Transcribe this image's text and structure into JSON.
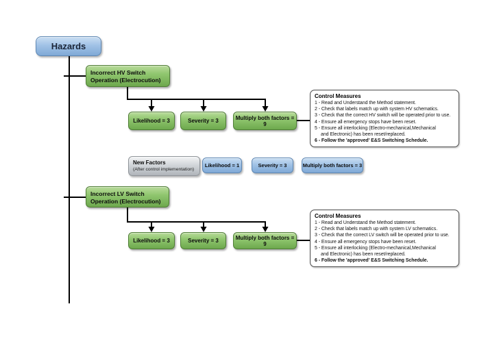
{
  "palette": {
    "node_blue_top": "#cadef3",
    "node_blue_bottom": "#7fa9d6",
    "node_blue_border": "#5d86b2",
    "node_green_top": "#b9db9b",
    "node_green_bottom": "#6da84d",
    "node_green_border": "#4f7d36",
    "node_gray_top": "#f3f4f5",
    "node_gray_bottom": "#b0b5ba",
    "node_gray_border": "#8f9499",
    "connector_color": "#000000",
    "background": "#ffffff"
  },
  "root_node": {
    "label": "Hazards"
  },
  "hv": {
    "node": {
      "line1": "Incorrect HV Switch",
      "line2": "Operation (Electrocution)"
    },
    "factors": {
      "likelihood": "Likelihood = 3",
      "severity": "Severity = 3",
      "multiply": "Multiply both factors = 9"
    },
    "control_measures": {
      "title": "Control Measures",
      "lines": [
        "1 - Read and Understand the Method statement.",
        "2 - Check that labels match up with system HV schematics.",
        "3 - Check that the correct HV switch will be operated prior to use.",
        "4 - Ensure all emergency stops have been reset.",
        "5 - Ensure all interlocking (Electro-mechanical,Mechanical",
        "and Electronic) has been reset/replaced.",
        "6 - Follow the 'approved' E&S Switching Schedule."
      ]
    }
  },
  "new_factors": {
    "label": "New Factors",
    "sublabel": "(After control implementation)",
    "factors": {
      "likelihood": "Likelihood = 1",
      "severity": "Severity = 3",
      "multiply": "Multiply both factors = 3"
    }
  },
  "lv": {
    "node": {
      "line1": "Incorrect LV Switch",
      "line2": "Operation (Electrocution)"
    },
    "factors": {
      "likelihood": "Likelihood = 3",
      "severity": "Severity = 3",
      "multiply": "Multiply both factors = 9"
    },
    "control_measures": {
      "title": "Control Measures",
      "lines": [
        "1 - Read and Understand the Method statement.",
        "2 - Check that labels match up with system LV schematics.",
        "3 - Check that the correct LV switch will be operated prior to use.",
        "4 - Ensure all emergency stops have been reset.",
        "5 - Ensure all interlocking (Electro-mechanical,Mechanical",
        "and Electronic) has been reset/replaced.",
        "6 - Follow the 'approved' E&S Switching Schedule."
      ]
    }
  }
}
